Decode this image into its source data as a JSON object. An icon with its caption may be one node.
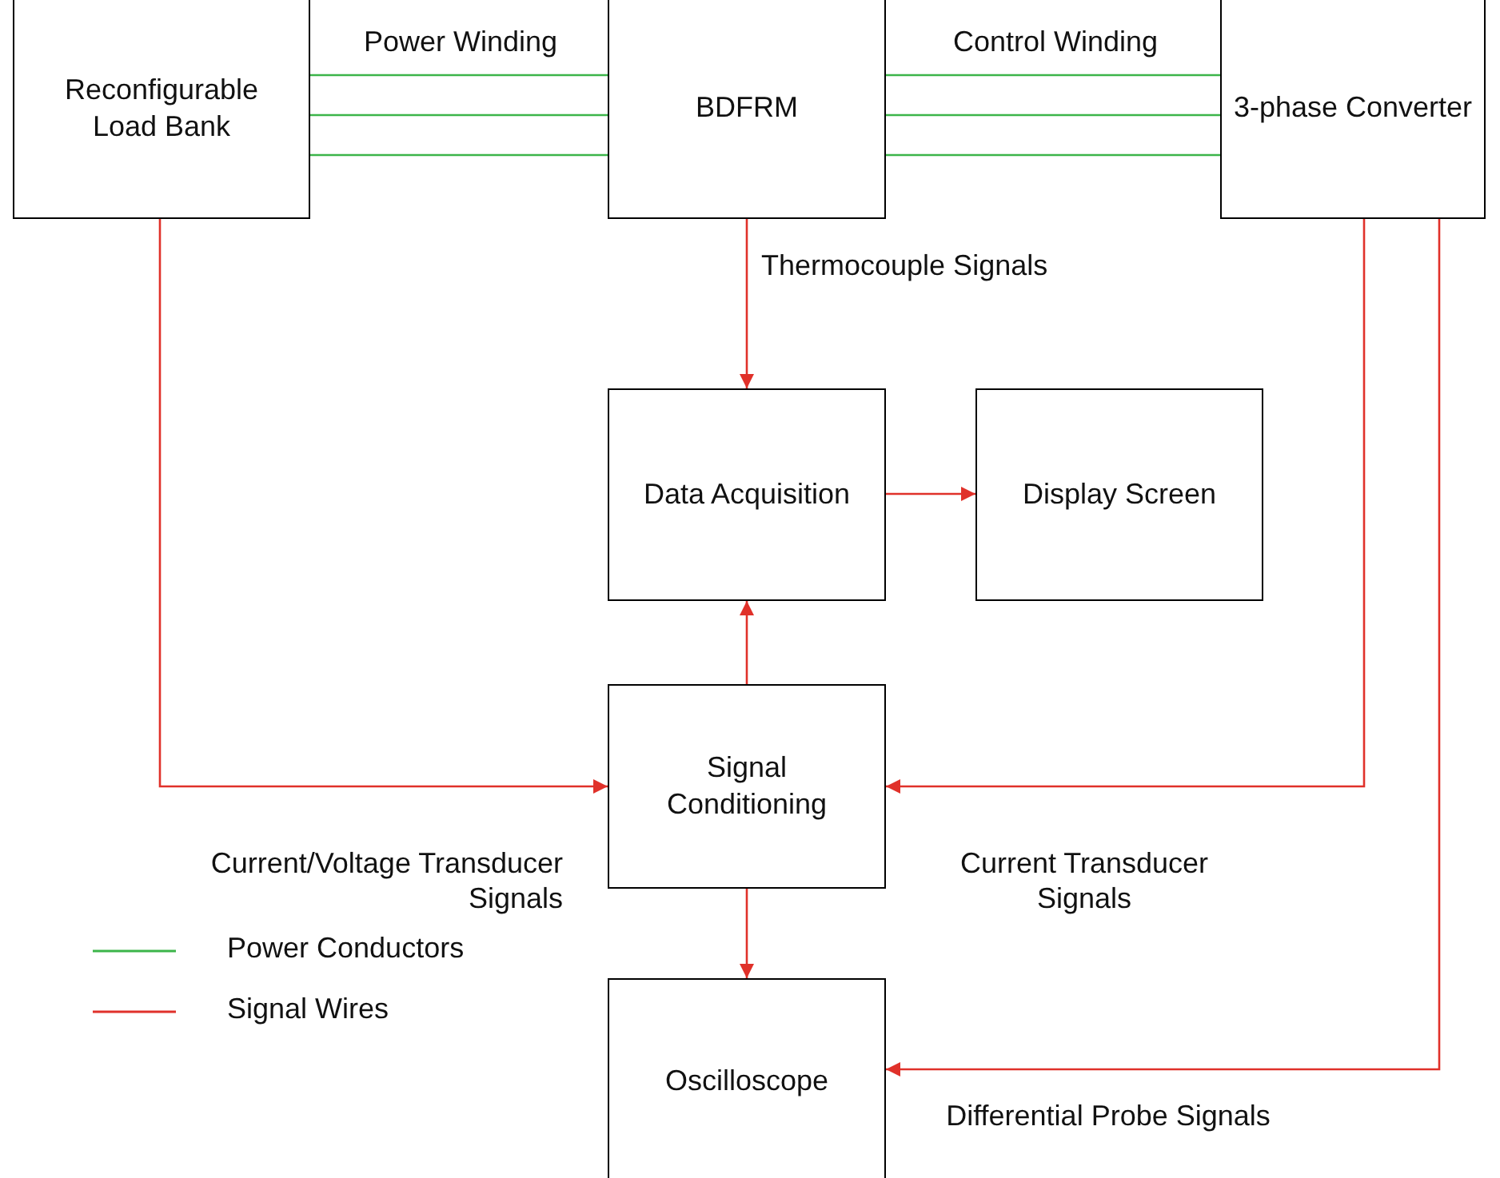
{
  "diagram": {
    "nodes": [
      {
        "text": [
          "Reconfigurable Load Bank"
        ]
      },
      {
        "text": [
          "BDFRM"
        ]
      },
      {
        "text": [
          "3-phase Converter"
        ]
      },
      {
        "text": [
          "Data Acquisition"
        ]
      },
      {
        "text": [
          "Display Screen"
        ]
      },
      {
        "text": [
          "Signal Conditioning"
        ]
      },
      {
        "text": [
          "Oscilloscope"
        ]
      }
    ],
    "edges": [
      {
        "from": 0,
        "to": 1,
        "arrow": "none",
        "label": "Power Winding",
        "color": "#3cb54a"
      },
      {
        "from": 0,
        "to": 1,
        "arrow": "none",
        "color": "#3cb54a"
      },
      {
        "from": 0,
        "to": 1,
        "arrow": "none",
        "color": "#3cb54a"
      },
      {
        "from": 1,
        "to": 2,
        "arrow": "none",
        "label": "Control Winding",
        "color": "#3cb54a"
      },
      {
        "from": 1,
        "to": 2,
        "arrow": "none",
        "color": "#3cb54a"
      },
      {
        "from": 1,
        "to": 2,
        "arrow": "none",
        "color": "#3cb54a"
      },
      {
        "from": 1,
        "to": 3,
        "arrow": "to",
        "label": "Thermocouple Signals"
      },
      {
        "from": 3,
        "to": 4,
        "arrow": "to"
      },
      {
        "from": 5,
        "to": 3,
        "arrow": "to"
      },
      {
        "from": 0,
        "to": 5,
        "arrow": "to",
        "label": "Current/Voltage Transducer Signals"
      },
      {
        "from": 2,
        "to": 5,
        "arrow": "to",
        "label": "Current Transducer Signals"
      },
      {
        "from": 5,
        "to": 6,
        "arrow": "to"
      },
      {
        "from": 2,
        "to": 6,
        "arrow": "to",
        "label": "Differential Probe Signals"
      }
    ],
    "legend": [
      {
        "text": "Power Conductors",
        "color": "#3cb54a"
      },
      {
        "text": "Signal Wires",
        "color": "#e0312a"
      }
    ]
  }
}
